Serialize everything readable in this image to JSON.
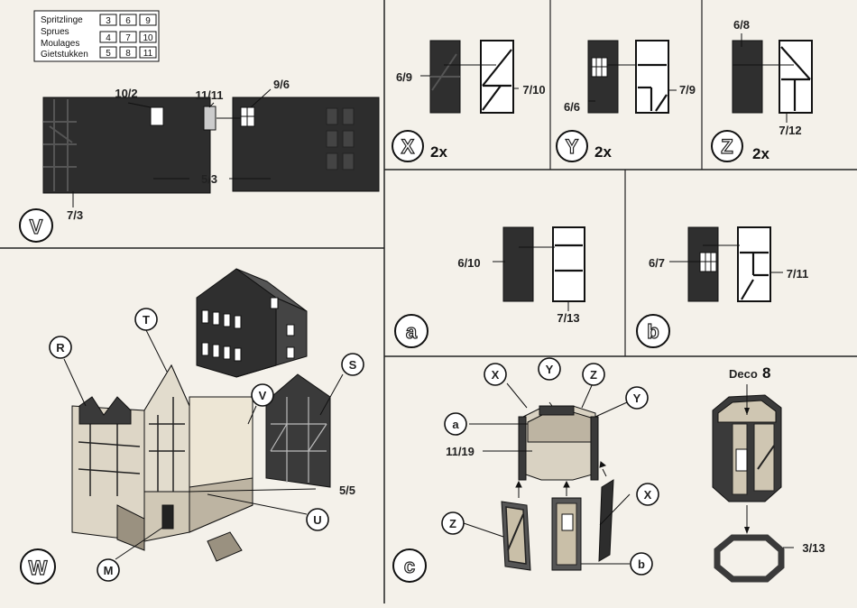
{
  "sprue_table": {
    "rows": [
      {
        "name": "Spritzlinge",
        "values": [
          "3",
          "6",
          "9"
        ]
      },
      {
        "name": "Sprues",
        "values": [
          "4",
          "7",
          "10"
        ]
      },
      {
        "name": "Moulages",
        "values": []
      },
      {
        "name": "Gietstukken",
        "values": [
          "5",
          "8",
          "11"
        ]
      }
    ]
  },
  "section_v": {
    "letter": "V",
    "labels": {
      "p10_2": "10/2",
      "p11_11": "11/11",
      "p9_6": "9/6",
      "p5_3": "5/3",
      "p7_3": "7/3"
    }
  },
  "section_x": {
    "letter": "X",
    "count": "2x",
    "labels": {
      "a": "6/9",
      "b": "7/10"
    }
  },
  "section_y": {
    "letter": "Y",
    "count": "2x",
    "labels": {
      "a": "6/6",
      "b": "7/9"
    }
  },
  "section_z": {
    "letter": "Z",
    "count": "2x",
    "labels": {
      "a": "6/8",
      "b": "7/12"
    }
  },
  "section_a": {
    "letter": "a",
    "labels": {
      "a": "6/10",
      "b": "7/13"
    }
  },
  "section_b": {
    "letter": "b",
    "labels": {
      "a": "6/7",
      "b": "7/11"
    }
  },
  "section_c": {
    "letter": "c",
    "markers": {
      "x1": "X",
      "y1": "Y",
      "z1": "Z",
      "y2": "Y",
      "a": "a",
      "x2": "X",
      "z2": "Z",
      "b": "b"
    },
    "labels": {
      "p11_19": "11/19",
      "deco": "Deco",
      "deco_num": "8",
      "p3_13": "3/13"
    }
  },
  "section_w": {
    "letter": "W",
    "markers": {
      "r": "R",
      "t": "T",
      "v": "V",
      "s": "S",
      "u": "U",
      "m": "M"
    },
    "labels": {
      "p5_5": "5/5"
    }
  }
}
